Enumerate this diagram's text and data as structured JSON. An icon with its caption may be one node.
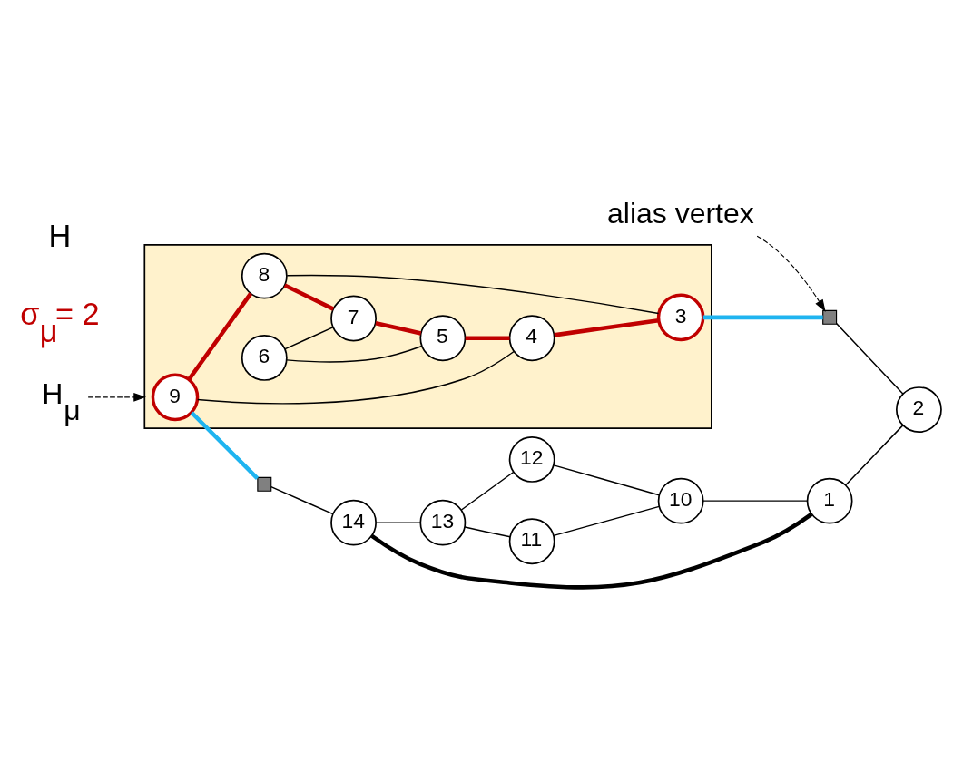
{
  "diagram": {
    "nodes": [
      {
        "text": [],
        "shape": "box"
      },
      {
        "text": [
          "9"
        ],
        "in": 0
      },
      {
        "text": [
          "6"
        ],
        "in": 0
      },
      {
        "text": [
          "8"
        ],
        "in": 0
      },
      {
        "text": [
          "7"
        ],
        "in": 0
      },
      {
        "text": [
          "5"
        ],
        "in": 0
      },
      {
        "text": [
          "4"
        ],
        "in": 0
      },
      {
        "text": [
          "3"
        ],
        "in": 0
      },
      {
        "text": [],
        "shape": "box"
      },
      {
        "text": [],
        "shape": "box"
      },
      {
        "text": [
          "14"
        ]
      },
      {
        "text": [
          "13"
        ]
      },
      {
        "text": [
          "12"
        ]
      },
      {
        "text": [
          "11"
        ]
      },
      {
        "text": [
          "10"
        ]
      },
      {
        "text": [
          "1"
        ]
      },
      {
        "text": [
          "2"
        ]
      },
      {
        "text": [
          "H$_{μ}$"
        ]
      },
      {
        "text": [
          "alias vertex"
        ]
      }
    ],
    "edges": [
      {
        "from": 1,
        "to": 3,
        "arrow": "none",
        "style": "thick",
        "color": "#c00000"
      },
      {
        "from": 3,
        "to": 4,
        "arrow": "none",
        "style": "thick",
        "color": "#c00000"
      },
      {
        "from": 4,
        "to": 5,
        "arrow": "none",
        "style": "thick",
        "color": "#c00000"
      },
      {
        "from": 5,
        "to": 6,
        "arrow": "none",
        "style": "thick",
        "color": "#c00000"
      },
      {
        "from": 6,
        "to": 7,
        "arrow": "none",
        "style": "thick",
        "color": "#c00000"
      },
      {
        "from": 1,
        "to": 6,
        "arrow": "none"
      },
      {
        "from": 2,
        "to": 4,
        "arrow": "none"
      },
      {
        "from": 2,
        "to": 5,
        "arrow": "none"
      },
      {
        "from": 3,
        "to": 7,
        "arrow": "none"
      },
      {
        "from": 1,
        "to": 8,
        "arrow": "none",
        "style": "thick",
        "color": "#1fb4f0"
      },
      {
        "from": 7,
        "to": 9,
        "arrow": "none",
        "style": "thick",
        "color": "#1fb4f0"
      },
      {
        "from": 8,
        "to": 10,
        "arrow": "none"
      },
      {
        "from": 9,
        "to": 16,
        "arrow": "none"
      },
      {
        "from": 10,
        "to": 15,
        "arrow": "none",
        "style": "thick"
      },
      {
        "from": 10,
        "to": 11,
        "arrow": "none"
      },
      {
        "from": 11,
        "to": 12,
        "arrow": "none"
      },
      {
        "from": 11,
        "to": 13,
        "arrow": "none"
      },
      {
        "from": 12,
        "to": 14,
        "arrow": "none"
      },
      {
        "from": 13,
        "to": 14,
        "arrow": "none"
      },
      {
        "from": 14,
        "to": 15,
        "arrow": "none"
      },
      {
        "from": 15,
        "to": 16,
        "arrow": "none"
      },
      {
        "from": 17,
        "to": 0,
        "arrow": "to",
        "style": "dashed"
      },
      {
        "from": 18,
        "to": 9,
        "arrow": "to",
        "style": "dashed"
      }
    ],
    "labels": [
      "σ$_{μ}$= 2",
      "H"
    ]
  }
}
